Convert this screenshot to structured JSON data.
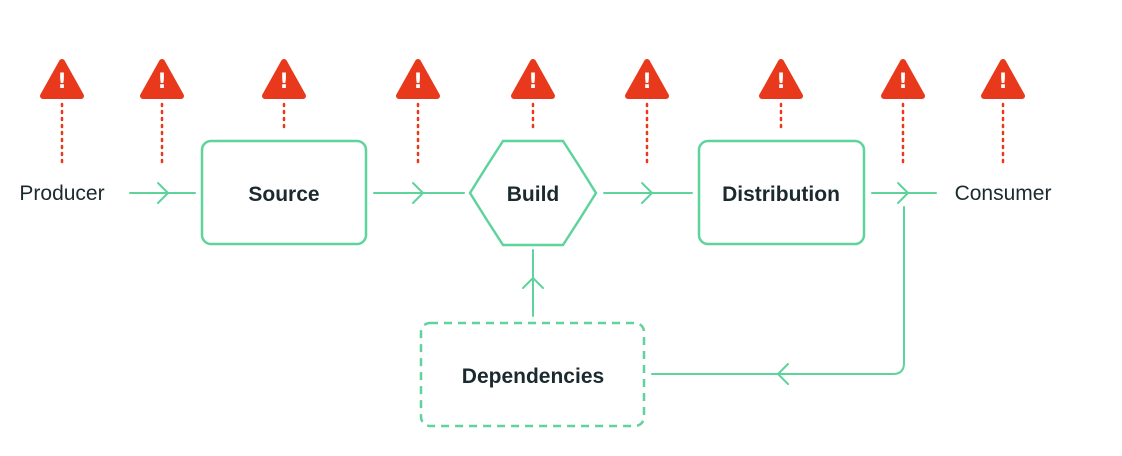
{
  "nodes": {
    "producer": "Producer",
    "source": "Source",
    "build": "Build",
    "distribution": "Distribution",
    "consumer": "Consumer",
    "dependencies": "Dependencies"
  },
  "warning_symbol": "!",
  "warning_count": 9,
  "colors": {
    "flow": "#5fd39c",
    "warning": "#e8391c",
    "text": "#1b2a2f"
  },
  "icons": {
    "warning": "warning-triangle-icon",
    "arrow": "chevron-arrow-icon"
  }
}
